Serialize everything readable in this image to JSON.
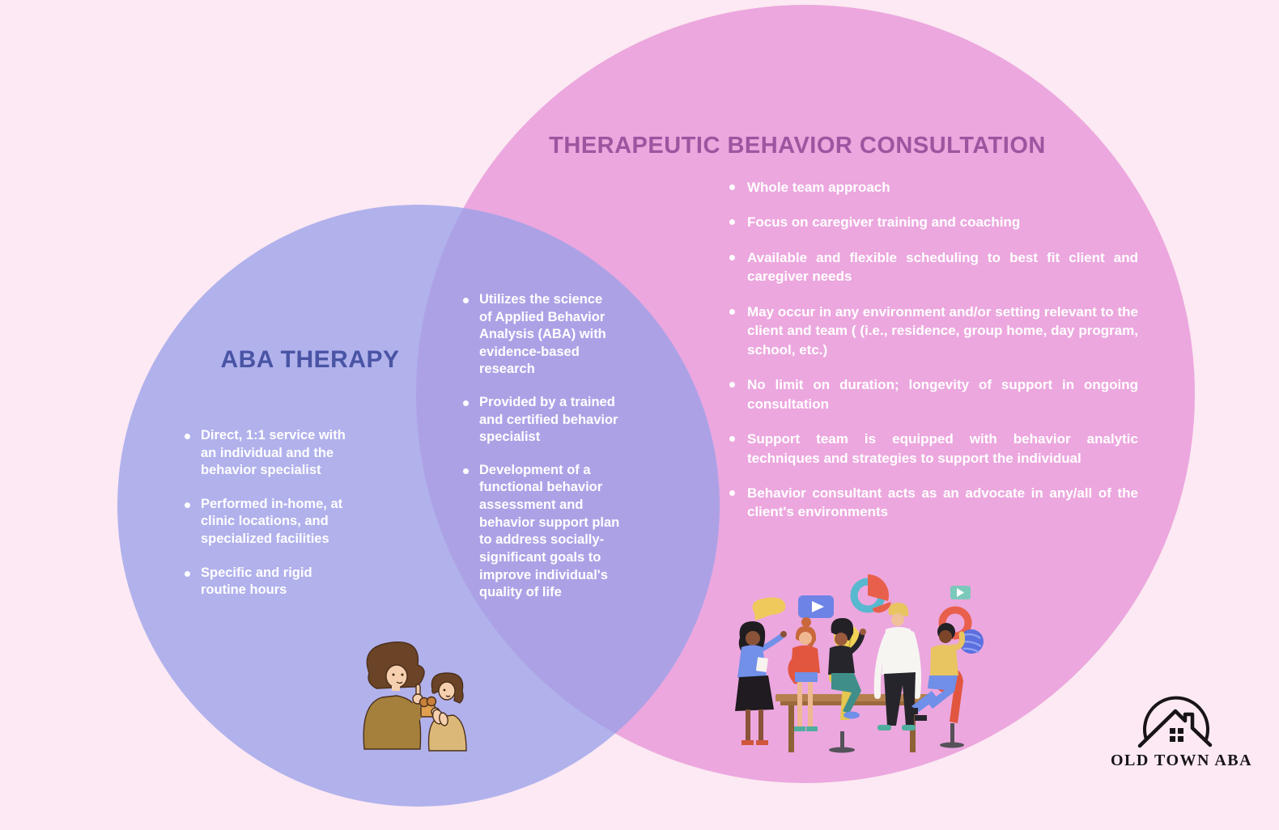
{
  "page": {
    "background_color": "#fce9f3",
    "text_color": "#ffffff"
  },
  "diagram": {
    "type": "venn",
    "left": {
      "title": "ABA THERAPY",
      "title_color": "#4954a4",
      "circle_color": "#b1b1ec",
      "bullets": [
        "Direct, 1:1 service with\nan individual and the\nbehavior specialist",
        "Performed in-home, at\nclinic locations, and\nspecialized facilities",
        "Specific and rigid\nroutine hours"
      ]
    },
    "overlap": {
      "circle_color": "#ada1e6",
      "bullets": [
        "Utilizes the science\nof Applied Behavior\nAnalysis (ABA) with\nevidence-based\nresearch",
        "Provided by a trained\nand certified behavior\nspecialist",
        "Development of a\nfunctional behavior\nassessment and\nbehavior support plan\nto address socially-\nsignificant  goals to\nimprove individual's\nquality of life"
      ]
    },
    "right": {
      "title": "THERAPEUTIC BEHAVIOR CONSULTATION",
      "title_color": "#9d55a0",
      "circle_color": "#eca7de",
      "bullets": [
        "Whole team approach",
        "Focus on caregiver training and coaching",
        "Available and flexible scheduling to best fit client and caregiver needs",
        "May occur in any environment and/or setting relevant to the client and team ( (i.e., residence, group home, day program, school, etc.)",
        "No limit on duration; longevity of support in ongoing consultation",
        "Support team is equipped with behavior analytic techniques and strategies to support the individual",
        "Behavior consultant acts as an advocate in any/all of the client's environments"
      ]
    }
  },
  "illustrations": {
    "right_label": "team-meeting-illustration",
    "left_label": "therapist-and-child-illustration"
  },
  "logo": {
    "text": "OLD TOWN ABA"
  }
}
